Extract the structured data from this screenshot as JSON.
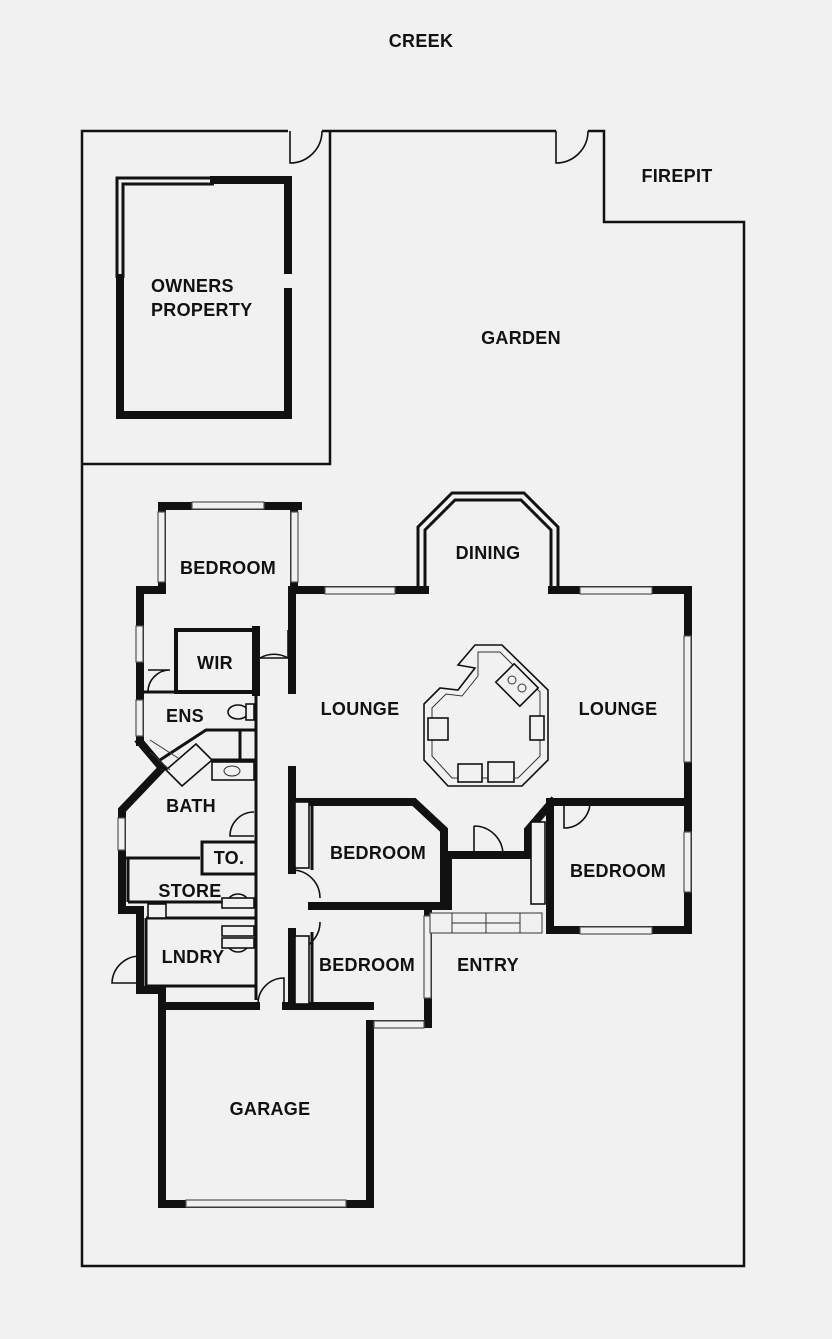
{
  "labels": {
    "creek": "CREEK",
    "firepit": "FIREPIT",
    "owners_line1": "OWNERS",
    "owners_line2": "PROPERTY",
    "garden": "GARDEN",
    "dining": "DINING",
    "bedroom_top": "BEDROOM",
    "wir": "WIR",
    "ens": "ENS",
    "lounge_left": "LOUNGE",
    "lounge_right": "LOUNGE",
    "bath": "BATH",
    "toilet": "TO.",
    "store": "STORE",
    "lndry": "LNDRY",
    "bedroom_mid": "BEDROOM",
    "bedroom_right": "BEDROOM",
    "bedroom_low": "BEDROOM",
    "entry": "ENTRY",
    "garage": "GARAGE"
  },
  "colors": {
    "background": "#f1f1f1",
    "wall": "#111111",
    "label": "#111111"
  }
}
